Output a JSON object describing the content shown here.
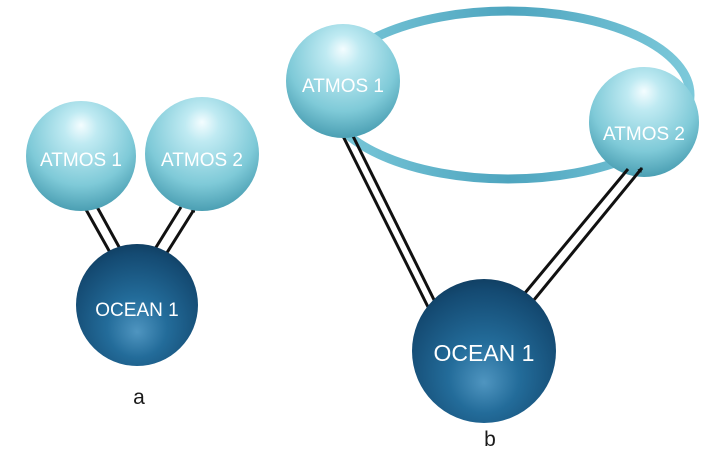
{
  "diagrams": [
    {
      "panel_label": "a",
      "nodes": {
        "atmos1": "ATMOS 1",
        "atmos2": "ATMOS 2",
        "ocean1": "OCEAN 1"
      },
      "connections": [
        {
          "from": "atmos1",
          "to": "ocean1",
          "type": "two-way-arrow"
        },
        {
          "from": "atmos2",
          "to": "ocean1",
          "type": "two-way-arrow"
        }
      ]
    },
    {
      "panel_label": "b",
      "nodes": {
        "atmos1": "ATMOS 1",
        "atmos2": "ATMOS 2",
        "ocean1": "OCEAN 1"
      },
      "connections": [
        {
          "from": "atmos1",
          "to": "ocean1",
          "type": "two-way-arrow"
        },
        {
          "from": "atmos2",
          "to": "ocean1",
          "type": "two-way-arrow"
        },
        {
          "from": "atmos1",
          "to": "atmos2",
          "type": "ring"
        }
      ]
    }
  ],
  "colors": {
    "atmosphere_sphere": "#8fd3de",
    "ocean_sphere": "#1c5f8c",
    "ring": "#5fb0c8",
    "arrow": "#111111"
  }
}
